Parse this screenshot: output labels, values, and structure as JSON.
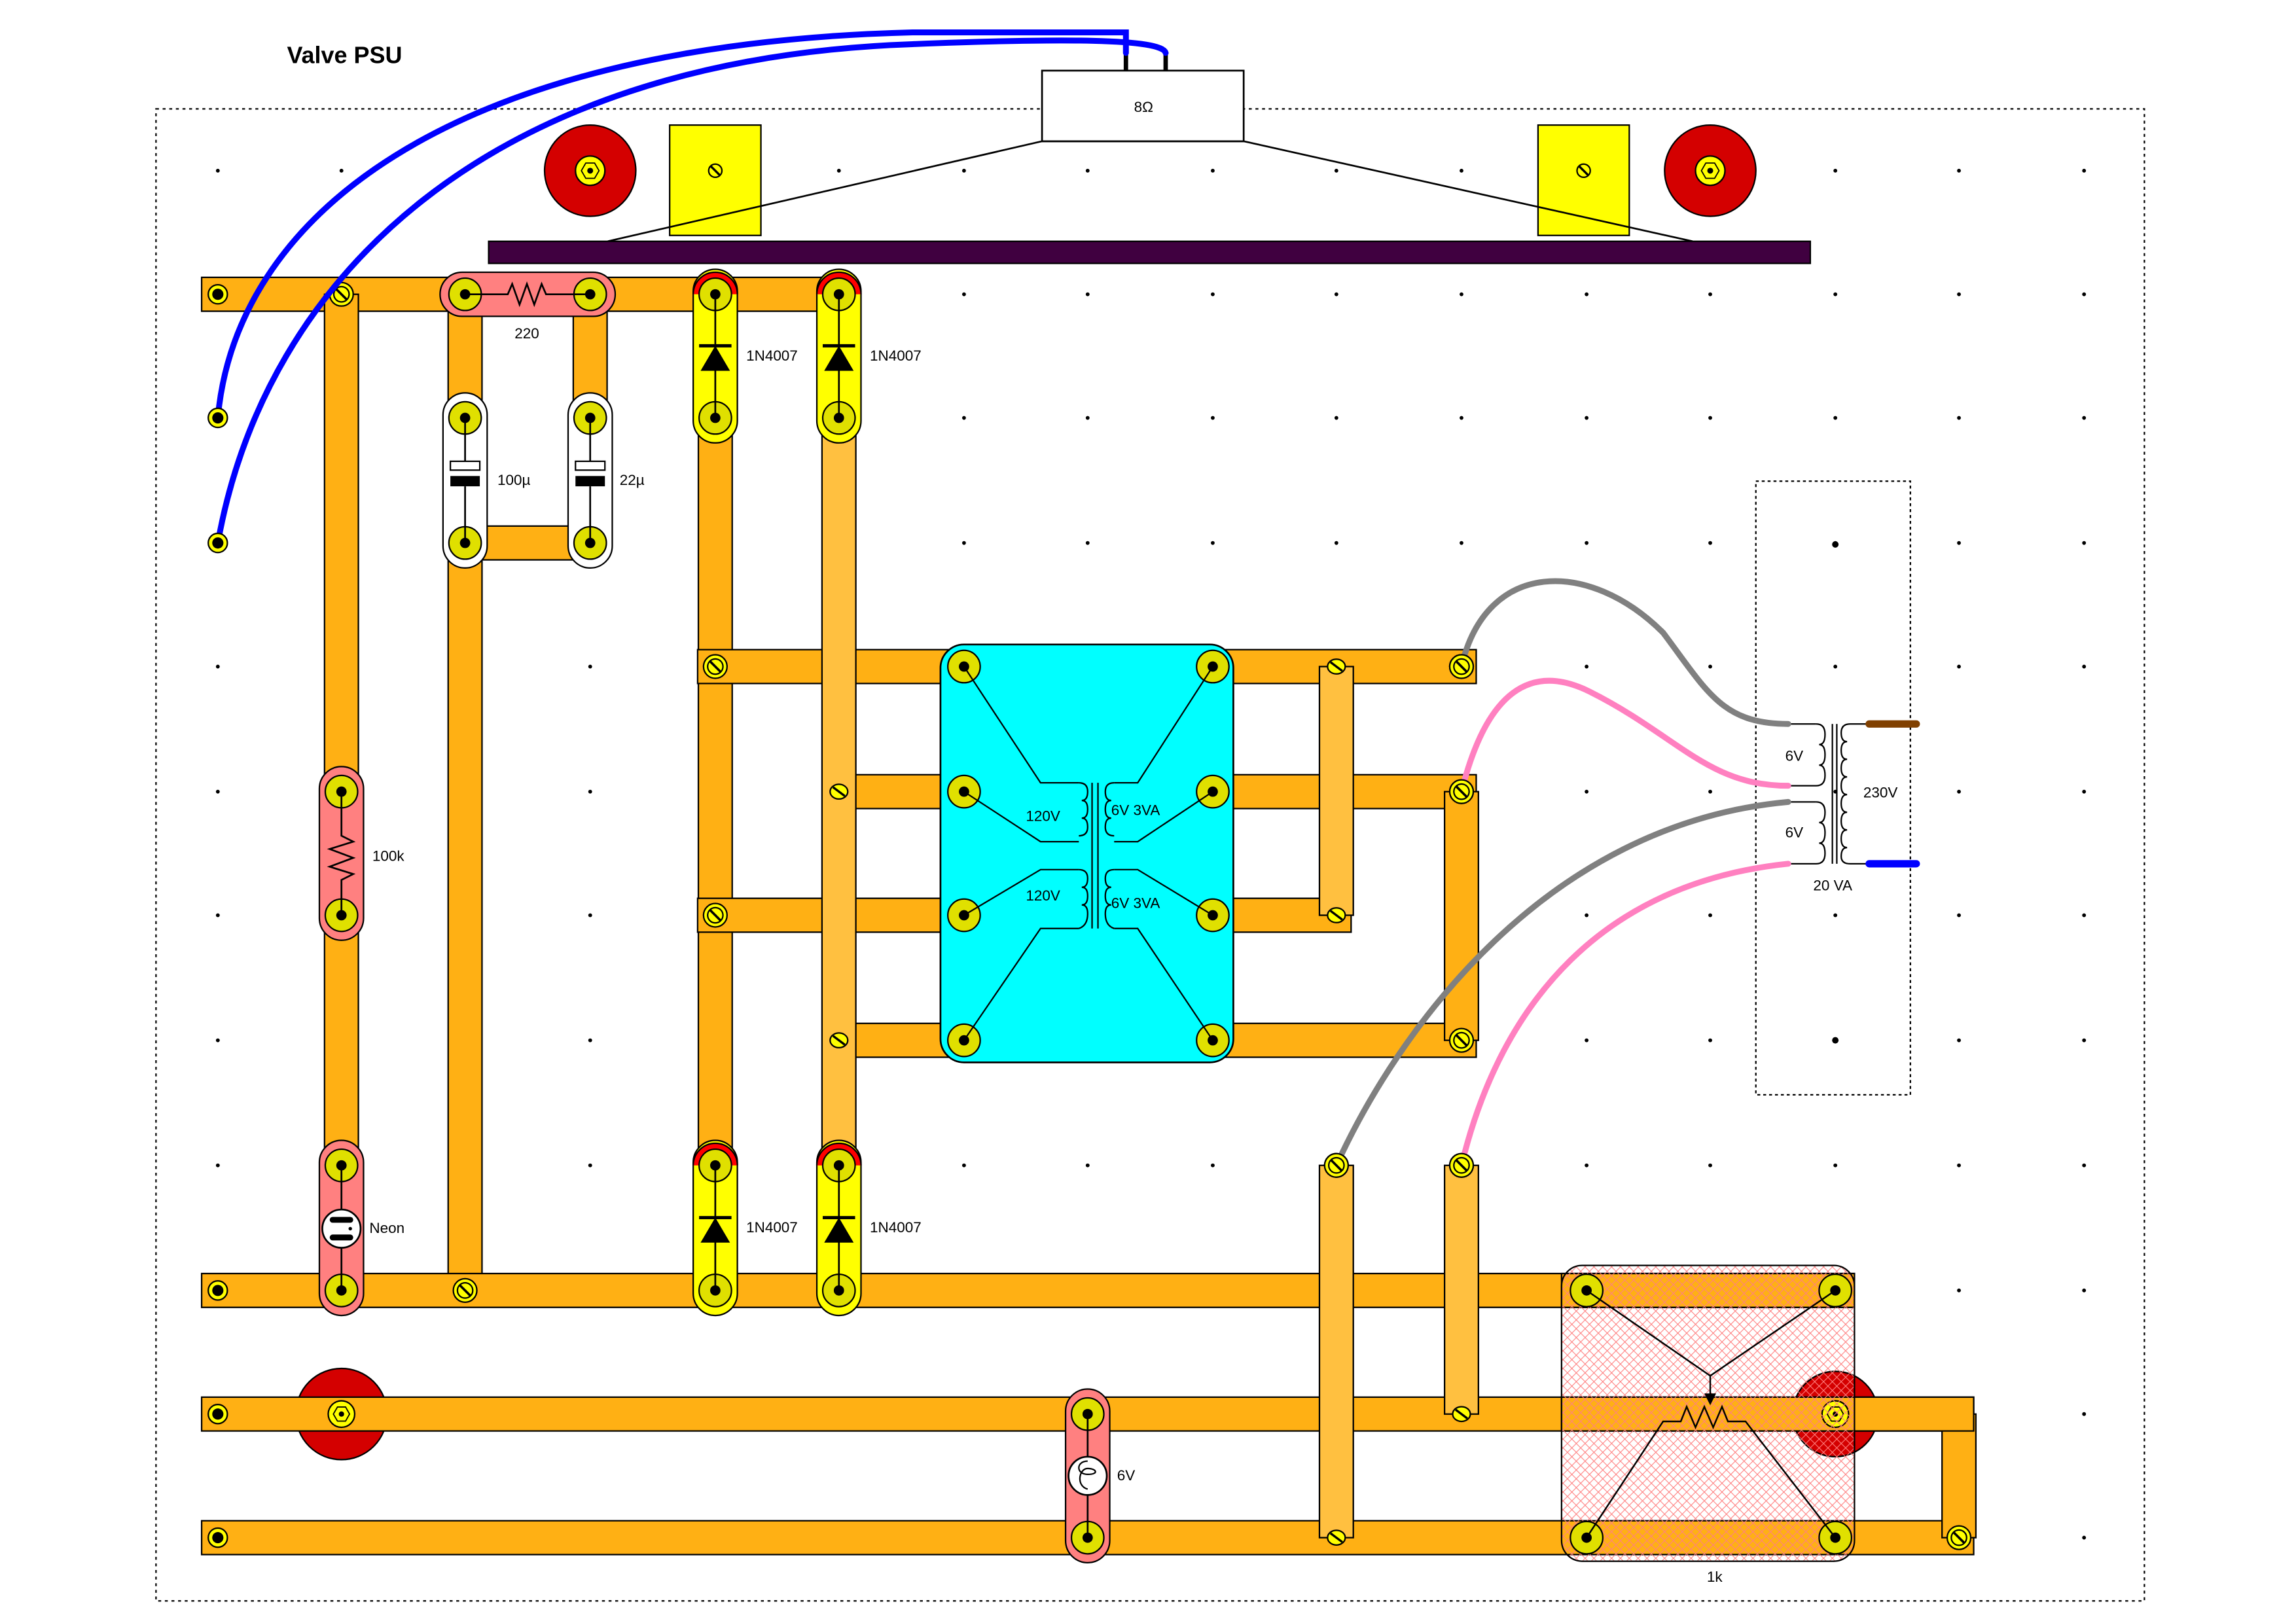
{
  "title": "Valve PSU",
  "colors": {
    "strip": "#FFB014",
    "strip_overlay": "#FFC040",
    "terminal_yellow": "#FFFF00",
    "pad": "#E0E000",
    "resistor_body": "#FF8080",
    "diode_body": "#FFFF00",
    "diode_band": "#FF0000",
    "capacitor_body": "#FFFFFF",
    "transformer_body": "#00FFFF",
    "pot_hatch": "#FF8080",
    "mount_red": "#D40000",
    "speaker_bar": "#400040",
    "wire_blue": "#0000FF",
    "wire_grey": "#808080",
    "wire_pink": "#FF80C0",
    "lead_brown": "#804000",
    "lead_blue": "#0000FF"
  },
  "speaker": {
    "label": "8Ω"
  },
  "components": {
    "r_220": {
      "type": "resistor",
      "label": "220"
    },
    "c_100u": {
      "type": "capacitor",
      "label": "100µ"
    },
    "c_22u": {
      "type": "capacitor",
      "label": "22µ"
    },
    "d1": {
      "type": "diode",
      "label": "1N4007"
    },
    "d2": {
      "type": "diode",
      "label": "1N4007"
    },
    "d3": {
      "type": "diode",
      "label": "1N4007"
    },
    "d4": {
      "type": "diode",
      "label": "1N4007"
    },
    "r_100k": {
      "type": "resistor",
      "label": "100k"
    },
    "neon": {
      "type": "neon-lamp",
      "label": "Neon"
    },
    "lamp_6v": {
      "type": "lamp",
      "label": "6V"
    },
    "pot_1k": {
      "type": "potentiometer",
      "label": "1k"
    }
  },
  "transformer_module": {
    "primary_1": "120V",
    "primary_2": "120V",
    "secondary_1": "6V 3VA",
    "secondary_2": "6V 3VA"
  },
  "mains_transformer": {
    "secondary_1": "6V",
    "secondary_2": "6V",
    "primary": "230V",
    "rating": "20 VA"
  }
}
